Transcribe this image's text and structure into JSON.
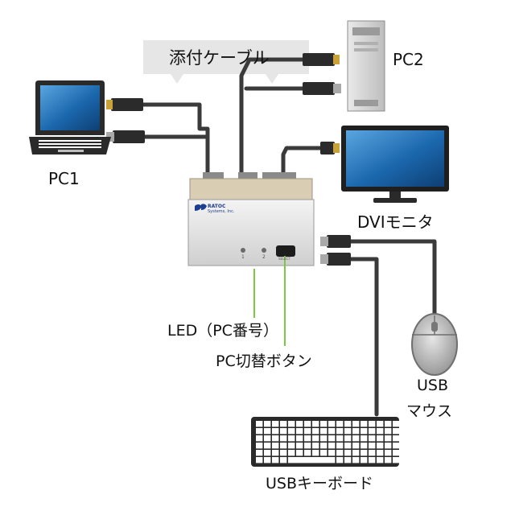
{
  "labels": {
    "cable": "添付ケーブル",
    "pc1": "PC1",
    "pc2": "PC2",
    "monitor": "DVIモニタ",
    "led": "LED（PC番号）",
    "switch_button": "PC切替ボタン",
    "mouse_line1": "USB",
    "mouse_line2": "マウス",
    "keyboard": "USBキーボード"
  },
  "device": {
    "brand": "RATOC",
    "brand_sub": "Systems, Inc.",
    "port1": "1",
    "port2": "2",
    "button_text": "SELECT"
  },
  "colors": {
    "cable": "#3a3a3a",
    "leader_line": "#7ac943",
    "callout_bg": "#e6e6e6",
    "device_silver": "#e4e4e4",
    "device_beige": "#d9cdb4",
    "screen_blue": "#1b5f9e"
  }
}
